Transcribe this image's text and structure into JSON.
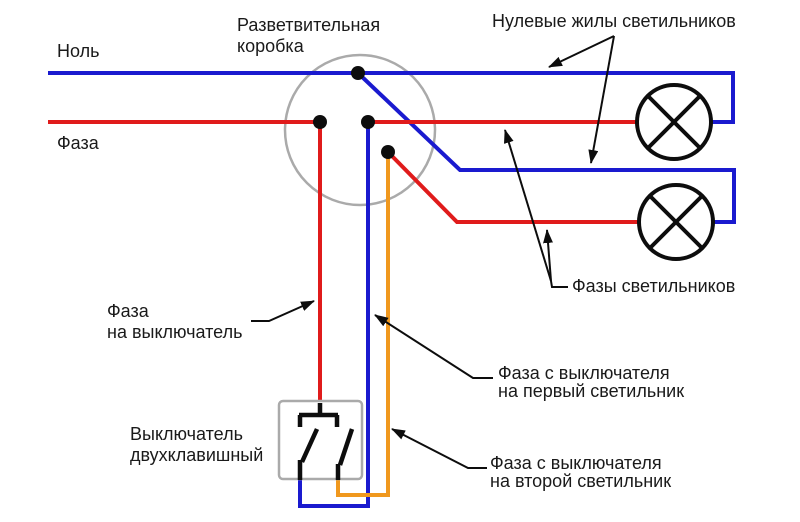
{
  "diagram": {
    "type": "electrical-wiring-diagram",
    "labels": {
      "neutral": "Ноль",
      "phase": "Фаза",
      "junction_box": {
        "line1": "Разветвительная",
        "line2": "коробка"
      },
      "lamp_neutral_wires": "Нулевые жилы светильников",
      "lamp_phase_wires": "Фазы светильников",
      "phase_to_switch": {
        "line1": "Фаза",
        "line2": "на выключатель"
      },
      "switch": {
        "line1": "Выключатель",
        "line2": "двухклавишный"
      },
      "switch_to_first_lamp": {
        "line1": "Фаза с выключателя",
        "line2": "на первый светильник"
      },
      "switch_to_second_lamp": {
        "line1": "Фаза с выключателя",
        "line2": "на второй светильник"
      }
    },
    "colors": {
      "neutral_wire": "#1a1acf",
      "phase_wire": "#e01b1b",
      "switched_phase_wire": "#f0981e",
      "junction_outline": "#aaaaaa",
      "switch_outline": "#aaaaaa",
      "symbol": "#0d0d0d",
      "text": "#1a1a1a"
    }
  }
}
